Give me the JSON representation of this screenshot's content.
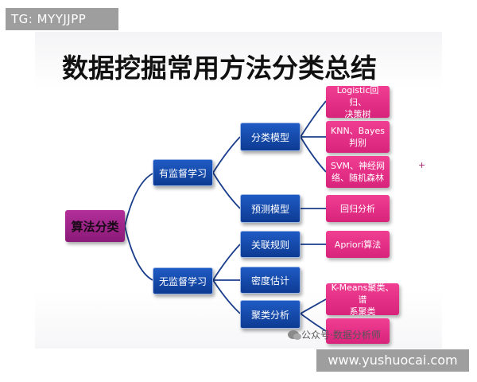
{
  "tag_top": "TG: MYYJJPP",
  "tag_bottom": "www.yushuocai.com",
  "title": "数据挖掘常用方法分类总结",
  "root": "算法分类",
  "supervised": "有监督学习",
  "unsupervised": "无监督学习",
  "classification": "分类模型",
  "prediction": "预测模型",
  "association": "关联规则",
  "density": "密度估计",
  "clustering": "聚类分析",
  "leaf_logistic": "Logistic回归、\n决策树",
  "leaf_knn": "KNN、Bayes\n判别",
  "leaf_svm": "SVM、神经网\n络、随机森林",
  "leaf_regression": "回归分析",
  "leaf_apriori": "Apriori算法",
  "leaf_kmeans": "K-Means聚类、谱\n系聚类",
  "watermark": "公众号·数据分析师",
  "plus_mark": "+",
  "colors": {
    "root": "#9b2287",
    "method_node": "#1549ab",
    "leaf_node": "#e6307f",
    "connector": "#1a3d8c"
  }
}
